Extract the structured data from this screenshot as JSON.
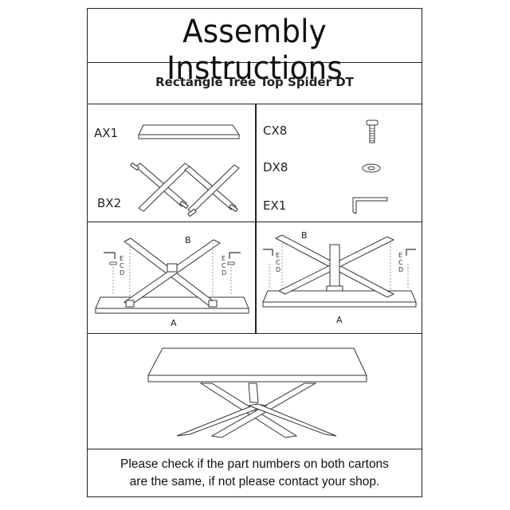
{
  "title": "Assembly Instructions",
  "subtitle": "Rectangle Tree Top Spider  DT",
  "parts": [
    {
      "code": "AX1",
      "icon": "table-top-icon"
    },
    {
      "code": "BX2",
      "icon": "spider-leg-icon"
    },
    {
      "code": "CX8",
      "icon": "bolt-icon"
    },
    {
      "code": "DX8",
      "icon": "washer-icon"
    },
    {
      "code": "EX1",
      "icon": "allen-key-icon"
    }
  ],
  "step_labels": {
    "top": "A",
    "leg": "B",
    "e": "E",
    "c": "C",
    "d": "D"
  },
  "note": {
    "line1": "Please check if the part numbers on both cartons",
    "line2": "are the same, if not please contact your shop."
  }
}
